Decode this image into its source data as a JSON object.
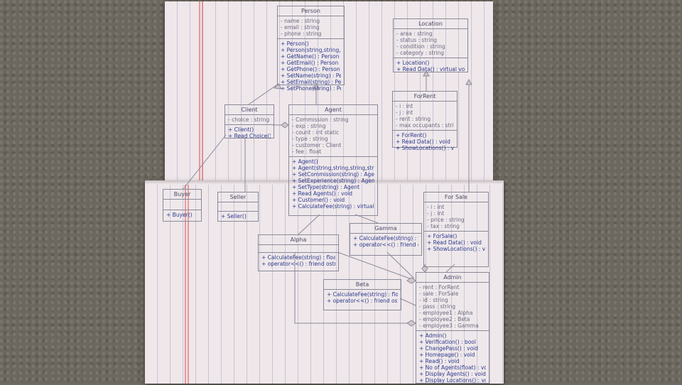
{
  "diagram": {
    "classes": [
      {
        "id": "person",
        "name": "Person",
        "attributes": [
          "- name : string",
          "- email : string",
          "- phone : string"
        ],
        "operations": [
          "+ Person()",
          "+ Person(string,string,string)",
          "+ GetName() : Person",
          "+ GetEmail() : Person",
          "+ GetPhone() : Person",
          "+ SetName(string) : Person",
          "+ SetEmail(string) : Person",
          "+ SetPhone(string) : Person"
        ]
      },
      {
        "id": "location",
        "name": "Location",
        "attributes": [
          "- area : string",
          "- status : string",
          "- condition : string",
          "- category : string"
        ],
        "operations": [
          "+ Location()",
          "+ Read Data() : virtual void"
        ]
      },
      {
        "id": "client",
        "name": "Client",
        "attributes": [
          "- choice : string"
        ],
        "operations": [
          "+ Client()",
          "+ Read Choice() : void"
        ]
      },
      {
        "id": "agent",
        "name": "Agent",
        "attributes": [
          "- Commission : string",
          "- exp : string",
          "- count : int static",
          "- type : string",
          "- customer : Client",
          "- fee : float"
        ],
        "operations": [
          "+ Agent()",
          "+ Agent(string,string,string,string)",
          "+ SetCommission(string) : Agent",
          "+ SetExperience(string) : Agent",
          "+ SetType(string) : Agent",
          "+ Read Agents() : void",
          "+ Customer() : void",
          "+ CalculateFee(string) : virtual float"
        ]
      },
      {
        "id": "forrent",
        "name": "ForRent",
        "attributes": [
          "- i : int",
          "- j : int",
          "- rent : string",
          "- max occupants : string"
        ],
        "operations": [
          "+ ForRent()",
          "+ Read Data() : void",
          "+ ShowLocations() : void"
        ]
      },
      {
        "id": "buyer",
        "name": "Buyer",
        "attributes": [],
        "operations": [
          "+ Buyer()"
        ]
      },
      {
        "id": "seller",
        "name": "Seller",
        "attributes": [],
        "operations": [
          "+ Seller()"
        ]
      },
      {
        "id": "forsale",
        "name": "For Sale",
        "attributes": [
          "- i : int",
          "- j : int",
          "- price : string",
          "- tax : string"
        ],
        "operations": [
          "+ ForSale()",
          "+ Read Data() : void",
          "+ ShowLocations() : void"
        ]
      },
      {
        "id": "alpha",
        "name": "Alpha",
        "attributes": [],
        "operations": [
          "+ CalculateFee(string) : float",
          "+ operator<<() : friend ostream"
        ]
      },
      {
        "id": "gamma",
        "name": "Gamma",
        "attributes": [],
        "operations": [
          "+ CalculateFee(string) : float",
          "+ operator<<() : friend ostream"
        ]
      },
      {
        "id": "beta",
        "name": "Beta",
        "attributes": [],
        "operations": [
          "+ CalculateFee(string) : float",
          "+ operator<<() : friend ostream"
        ]
      },
      {
        "id": "admin",
        "name": "Admin",
        "attributes": [
          "- rent : ForRent",
          "- sale : ForSale",
          "- id : string",
          "- pass : string",
          "- employee1 : Alpha",
          "- employee2 : Beta",
          "- employee3 : Gamma"
        ],
        "operations": [
          "+ Admin()",
          "+ Verification() : bool",
          "+ ChangePass() : void",
          "+ Homepage() : void",
          "+ Read() : void",
          "+ No of Agents(float) : void",
          "+ Display Agents() : void",
          "+ Display Locations() : void"
        ]
      }
    ]
  }
}
